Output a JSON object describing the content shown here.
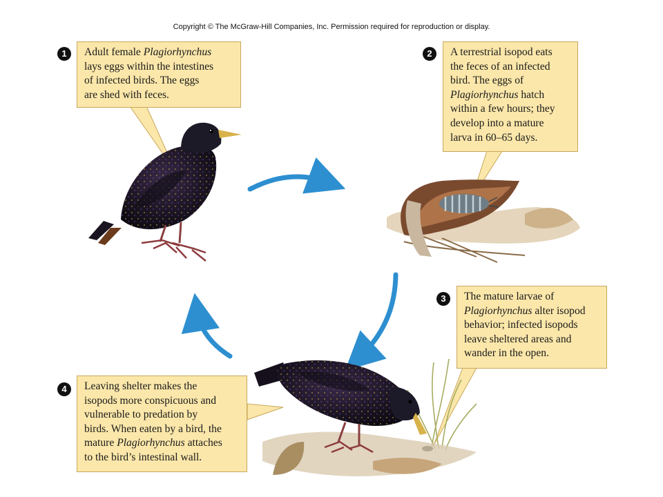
{
  "copyright": "Copyright © The McGraw-Hill Companies, Inc. Permission required for reproduction or display.",
  "steps": [
    {
      "number": "1",
      "lines": [
        [
          {
            "t": "Adult female "
          },
          {
            "t": "Plagiorhynchus",
            "i": true
          }
        ],
        [
          {
            "t": "lays eggs within the intestines"
          }
        ],
        [
          {
            "t": "of infected birds. The eggs"
          }
        ],
        [
          {
            "t": "are shed with feces."
          }
        ]
      ]
    },
    {
      "number": "2",
      "lines": [
        [
          {
            "t": "A terrestrial isopod eats"
          }
        ],
        [
          {
            "t": "the feces of an infected"
          }
        ],
        [
          {
            "t": "bird.  The eggs of"
          }
        ],
        [
          {
            "t": "Plagiorhynchus",
            "i": true
          },
          {
            "t": " hatch"
          }
        ],
        [
          {
            "t": "within a few hours; they"
          }
        ],
        [
          {
            "t": "develop into a mature"
          }
        ],
        [
          {
            "t": "larva in 60–65 days."
          }
        ]
      ]
    },
    {
      "number": "3",
      "lines": [
        [
          {
            "t": "The mature larvae of"
          }
        ],
        [
          {
            "t": "Plagiorhynchus",
            "i": true
          },
          {
            "t": " alter isopod"
          }
        ],
        [
          {
            "t": "behavior; infected isopods"
          }
        ],
        [
          {
            "t": "leave sheltered areas and"
          }
        ],
        [
          {
            "t": "wander in the open."
          }
        ]
      ]
    },
    {
      "number": "4",
      "lines": [
        [
          {
            "t": "Leaving shelter makes the"
          }
        ],
        [
          {
            "t": "isopods more conspicuous and"
          }
        ],
        [
          {
            "t": "vulnerable to predation by"
          }
        ],
        [
          {
            "t": "birds. When eaten by a bird, the"
          }
        ],
        [
          {
            "t": "mature "
          },
          {
            "t": "Plagiorhynchus",
            "i": true
          },
          {
            "t": " attaches"
          }
        ],
        [
          {
            "t": "to the bird’s intestinal wall."
          }
        ]
      ]
    }
  ],
  "colors": {
    "callout_fill": "#fbe7aa",
    "callout_border": "#c8a75a",
    "arrow": "#2d8fd0",
    "bird": "#1c1622"
  },
  "icons": [
    "starling-standing",
    "isopod-under-leaf",
    "starling-feeding",
    "cycle-arrow"
  ]
}
